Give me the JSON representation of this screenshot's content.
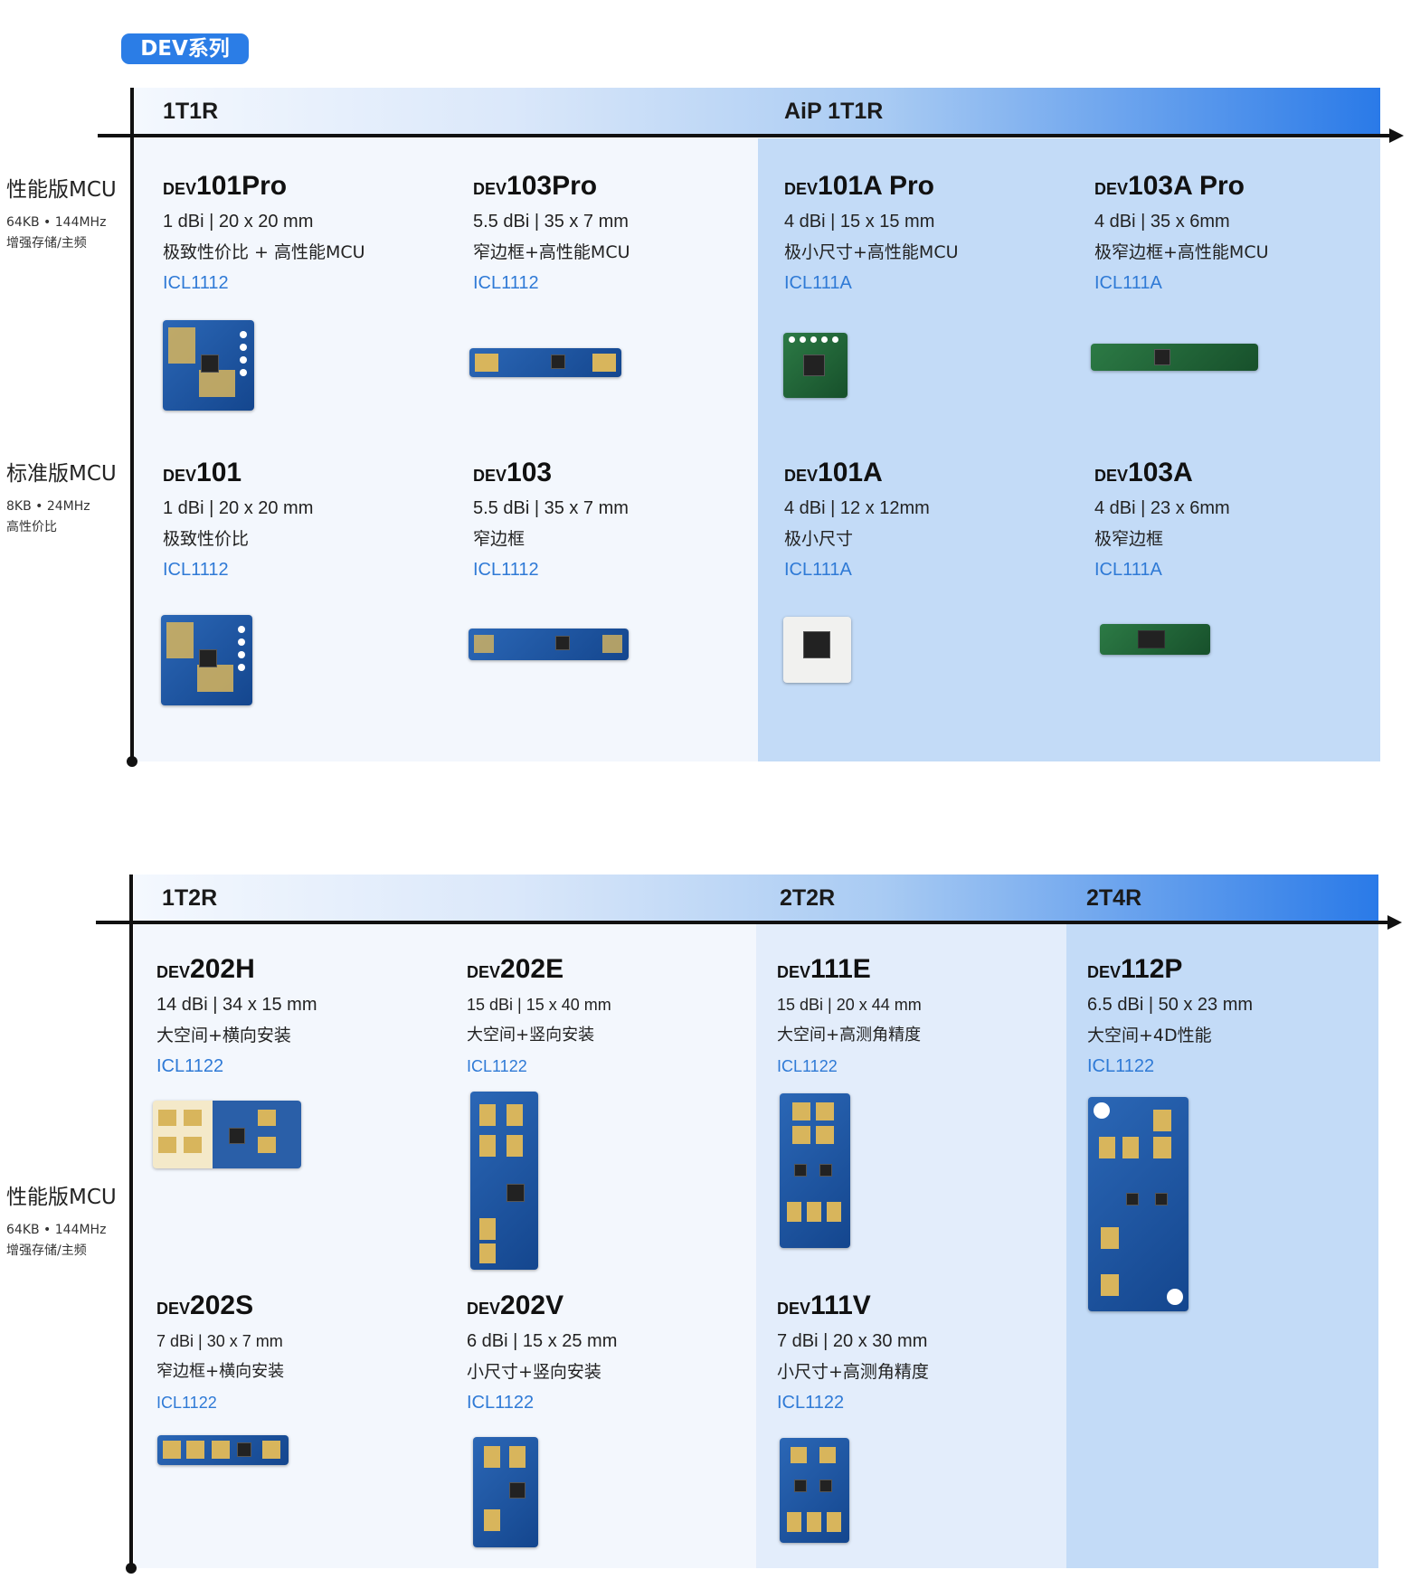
{
  "badge": "DEV系列",
  "section1": {
    "headers": [
      "1T1R",
      "AiP 1T1R"
    ],
    "rows": [
      {
        "title": "性能版MCU",
        "spec": "64KB • 144MHz",
        "note": "增强存储/主频"
      },
      {
        "title": "标准版MCU",
        "spec": "8KB • 24MHz",
        "note": "高性价比"
      }
    ],
    "products": [
      {
        "prefix": "DEV",
        "model": "101Pro",
        "spec": "1 dBi | 20 x 20 mm",
        "feature": "极致性价比 + 高性能MCU",
        "chip": "ICL1112"
      },
      {
        "prefix": "DEV",
        "model": "103Pro",
        "spec": "5.5 dBi | 35 x 7 mm",
        "feature": "窄边框+高性能MCU",
        "chip": "ICL1112"
      },
      {
        "prefix": "DEV",
        "model": "101A Pro",
        "spec": "4 dBi | 15 x 15 mm",
        "feature": "极小尺寸+高性能MCU",
        "chip": "ICL111A"
      },
      {
        "prefix": "DEV",
        "model": "103A Pro",
        "spec": "4 dBi | 35 x 6mm",
        "feature": "极窄边框+高性能MCU",
        "chip": "ICL111A"
      },
      {
        "prefix": "DEV",
        "model": "101",
        "spec": "1 dBi | 20 x 20 mm",
        "feature": "极致性价比",
        "chip": "ICL1112"
      },
      {
        "prefix": "DEV",
        "model": "103",
        "spec": "5.5 dBi | 35 x 7 mm",
        "feature": "窄边框",
        "chip": "ICL1112"
      },
      {
        "prefix": "DEV",
        "model": "101A",
        "spec": "4 dBi | 12 x 12mm",
        "feature": "极小尺寸",
        "chip": "ICL111A"
      },
      {
        "prefix": "DEV",
        "model": "103A",
        "spec": "4 dBi | 23 x 6mm",
        "feature": "极窄边框",
        "chip": "ICL111A"
      }
    ]
  },
  "section2": {
    "headers": [
      "1T2R",
      "2T2R",
      "2T4R"
    ],
    "rows": [
      {
        "title": "性能版MCU",
        "spec": "64KB • 144MHz",
        "note": "增强存储/主频"
      }
    ],
    "products": [
      {
        "prefix": "DEV",
        "model": "202H",
        "spec": "14 dBi | 34 x 15 mm",
        "feature": "大空间+横向安装",
        "chip": "ICL1122"
      },
      {
        "prefix": "DEV",
        "model": "202E",
        "spec": "15 dBi | 15 x 40 mm",
        "feature": "大空间+竖向安装",
        "chip": "ICL1122"
      },
      {
        "prefix": "DEV",
        "model": "111E",
        "spec": "15 dBi | 20 x 44 mm",
        "feature": "大空间+高测角精度",
        "chip": "ICL1122"
      },
      {
        "prefix": "DEV",
        "model": "112P",
        "spec": "6.5 dBi | 50 x 23 mm",
        "feature": "大空间+4D性能",
        "chip": "ICL1122"
      },
      {
        "prefix": "DEV",
        "model": "202S",
        "spec": "7 dBi | 30 x 7 mm",
        "feature": "窄边框+横向安装",
        "chip": "ICL1122"
      },
      {
        "prefix": "DEV",
        "model": "202V",
        "spec": "6 dBi | 15 x 25 mm",
        "feature": "小尺寸+竖向安装",
        "chip": "ICL1122"
      },
      {
        "prefix": "DEV",
        "model": "111V",
        "spec": "7 dBi | 20 x 30 mm",
        "feature": "小尺寸+高测角精度",
        "chip": "ICL1122"
      }
    ]
  }
}
